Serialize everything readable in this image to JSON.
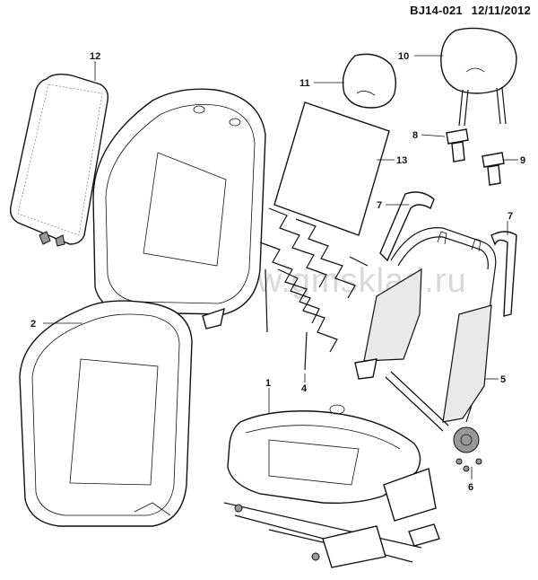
{
  "header": {
    "diagram_code": "BJ14-021",
    "date": "12/11/2012"
  },
  "watermark": "www.gmsklad.ru",
  "callouts": [
    {
      "id": "c1",
      "label": "1"
    },
    {
      "id": "c2",
      "label": "2"
    },
    {
      "id": "c4",
      "label": "4"
    },
    {
      "id": "c5",
      "label": "5"
    },
    {
      "id": "c6",
      "label": "6"
    },
    {
      "id": "c7a",
      "label": "7"
    },
    {
      "id": "c7b",
      "label": "7"
    },
    {
      "id": "c8",
      "label": "8"
    },
    {
      "id": "c9",
      "label": "9"
    },
    {
      "id": "c10",
      "label": "10"
    },
    {
      "id": "c11",
      "label": "11"
    },
    {
      "id": "c12",
      "label": "12"
    },
    {
      "id": "c13",
      "label": "13"
    }
  ]
}
